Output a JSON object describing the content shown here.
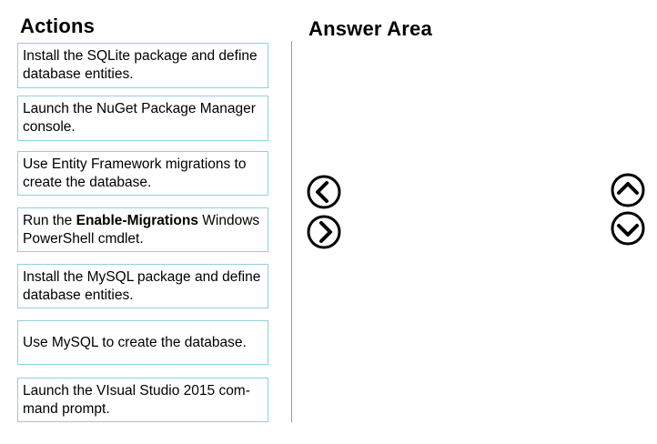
{
  "headings": {
    "actions": "Actions",
    "answer_area": "Answer Area"
  },
  "actions": [
    {
      "text": "Install the SQLite package and define database entities."
    },
    {
      "text": "Launch the NuGet Package Manager console."
    },
    {
      "text": "Use Entity Framework migrations to create the database."
    },
    {
      "pre": "Run the ",
      "bold": "Enable-Migrations",
      "post": " Windows PowerShell cmdlet."
    },
    {
      "text": "Install the MySQL package and define database entities."
    },
    {
      "text": "Use MySQL to create the database."
    },
    {
      "text": "Launch the VIsual Studio 2015 com-mand prompt."
    }
  ],
  "controls": {
    "move_left_icon": "chevron-left-circle",
    "move_right_icon": "chevron-right-circle",
    "move_up_icon": "chevron-up-circle",
    "move_down_icon": "chevron-down-circle"
  },
  "colors": {
    "box_border": "#8fd0e0",
    "divider": "#9a9a9a",
    "icon": "#000000"
  }
}
